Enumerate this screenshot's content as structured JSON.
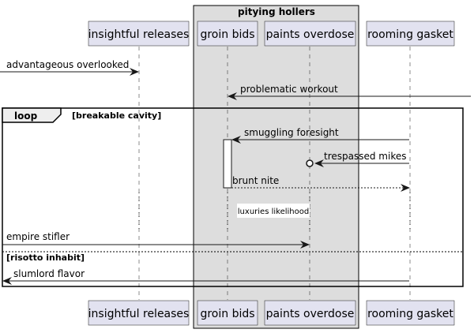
{
  "group": {
    "title": "pitying hollers"
  },
  "participants": [
    {
      "label": "insightful releases"
    },
    {
      "label": "groin bids"
    },
    {
      "label": "paints overdose"
    },
    {
      "label": "rooming gasket"
    }
  ],
  "messages": {
    "m1": "advantageous overlooked",
    "m2": "problematic workout",
    "m3": "smuggling foresight",
    "m4": "trespassed mikes",
    "m5": "brunt nite",
    "m6": "empire stifler",
    "m7": "slumlord flavor"
  },
  "loop": {
    "keyword": "loop",
    "condition": "[breakable cavity]",
    "else_condition": "[risotto inhabit]"
  },
  "delay": {
    "text": "luxuries likelihood"
  }
}
